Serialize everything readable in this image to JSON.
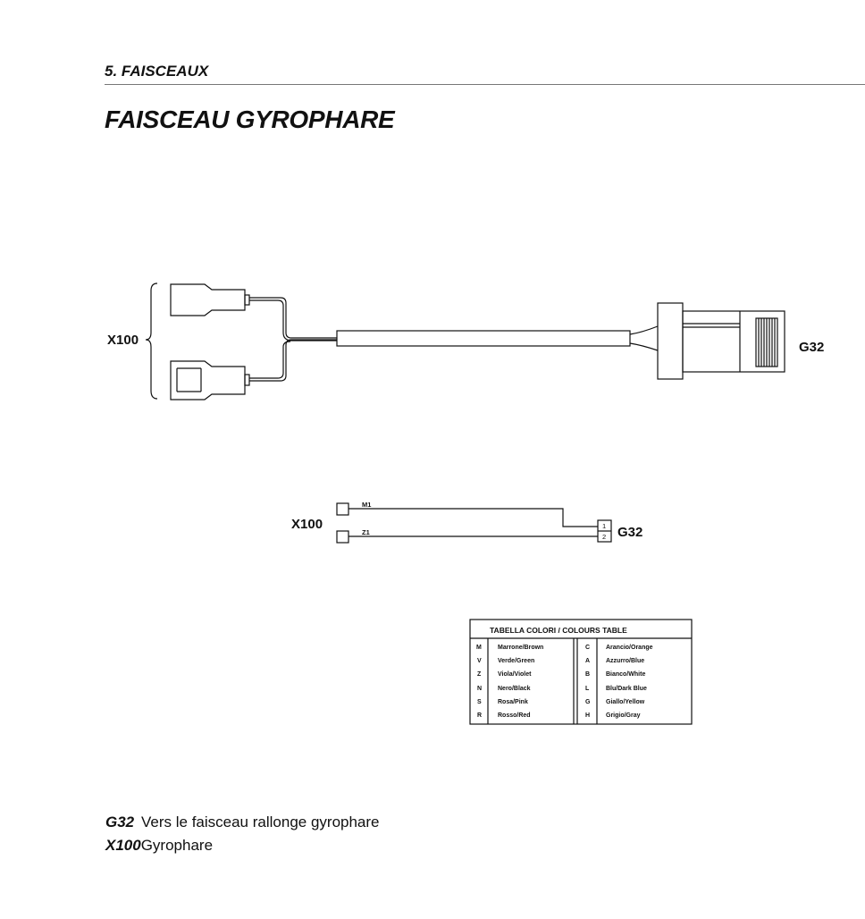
{
  "header": {
    "section": "5. FAISCEAUX",
    "title": "FAISCEAU GYROPHARE"
  },
  "drawing": {
    "left_label": "X100",
    "right_label": "G32"
  },
  "schematic": {
    "left_label": "X100",
    "right_label": "G32",
    "wires": [
      {
        "code": "M1",
        "pin": "1"
      },
      {
        "code": "Z1",
        "pin": "2"
      }
    ]
  },
  "color_table": {
    "title": "TABELLA COLORI / COLOURS TABLE",
    "left": [
      {
        "code": "M",
        "name": "Marrone/Brown"
      },
      {
        "code": "V",
        "name": "Verde/Green"
      },
      {
        "code": "Z",
        "name": "Viola/Violet"
      },
      {
        "code": "N",
        "name": "Nero/Black"
      },
      {
        "code": "S",
        "name": "Rosa/Pink"
      },
      {
        "code": "R",
        "name": "Rosso/Red"
      }
    ],
    "right": [
      {
        "code": "C",
        "name": "Arancio/Orange"
      },
      {
        "code": "A",
        "name": "Azzurro/Blue"
      },
      {
        "code": "B",
        "name": "Bianco/White"
      },
      {
        "code": "L",
        "name": "Blu/Dark Blue"
      },
      {
        "code": "G",
        "name": "Giallo/Yellow"
      },
      {
        "code": "H",
        "name": "Grigio/Gray"
      }
    ]
  },
  "legend": [
    {
      "code": "G32",
      "text": "Vers le faisceau rallonge gyrophare"
    },
    {
      "code": "X100",
      "text": "Gyrophare"
    }
  ]
}
